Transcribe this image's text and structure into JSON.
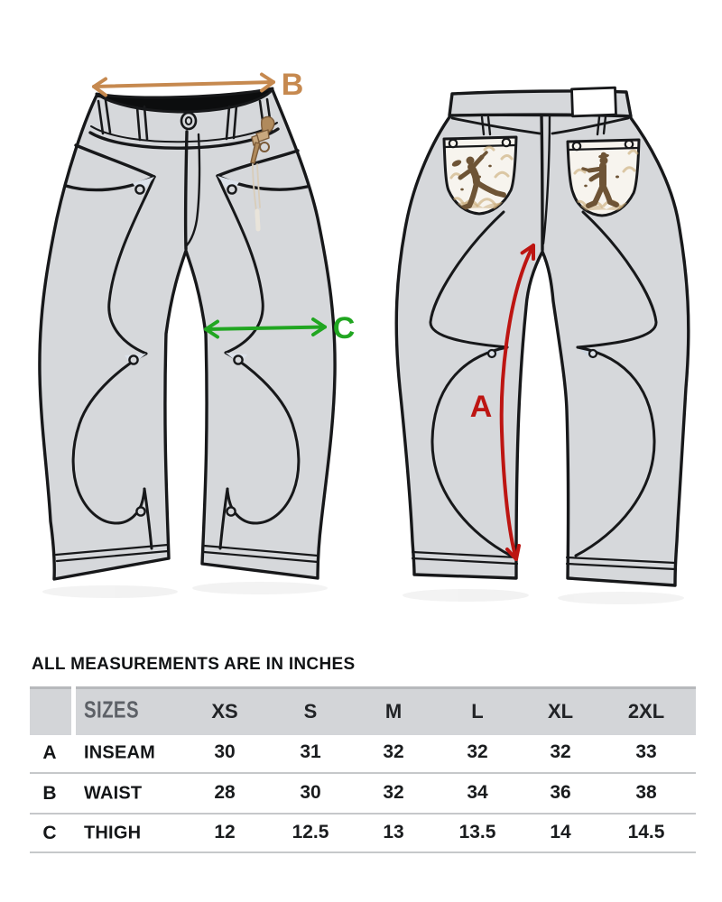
{
  "figure": {
    "front_view_name": "jeans-front-technical-drawing",
    "back_view_name": "jeans-back-technical-drawing",
    "arrows": {
      "a": {
        "label": "A",
        "color": "#bd1512",
        "measures": "inseam",
        "view": "back"
      },
      "b": {
        "label": "B",
        "color": "#c6894f",
        "measures": "waist",
        "view": "front"
      },
      "c": {
        "label": "C",
        "color": "#21a621",
        "measures": "thigh",
        "view": "front"
      }
    },
    "colors": {
      "denim_fill": "#d6d8db",
      "outline": "#17181a",
      "waist_opening": "#0c0d0e",
      "pocket_art_background": "#f7f4ee",
      "embroidery_brown": "#7a5c3a",
      "embroidery_tan": "#c8a873"
    }
  },
  "note": "ALL MEASUREMENTS ARE IN INCHES",
  "size_table": {
    "corner_label": "SIZES",
    "columns": [
      "XS",
      "S",
      "M",
      "L",
      "XL",
      "2XL"
    ],
    "rows": [
      {
        "letter": "A",
        "label": "INSEAM",
        "values": [
          "30",
          "31",
          "32",
          "32",
          "32",
          "33"
        ]
      },
      {
        "letter": "B",
        "label": "WAIST",
        "values": [
          "28",
          "30",
          "32",
          "34",
          "36",
          "38"
        ]
      },
      {
        "letter": "C",
        "label": "THIGH",
        "values": [
          "12",
          "12.5",
          "13",
          "13.5",
          "14",
          "14.5"
        ]
      }
    ],
    "header_background": "#d3d5d8",
    "separator_color": "#c6c8ca"
  }
}
